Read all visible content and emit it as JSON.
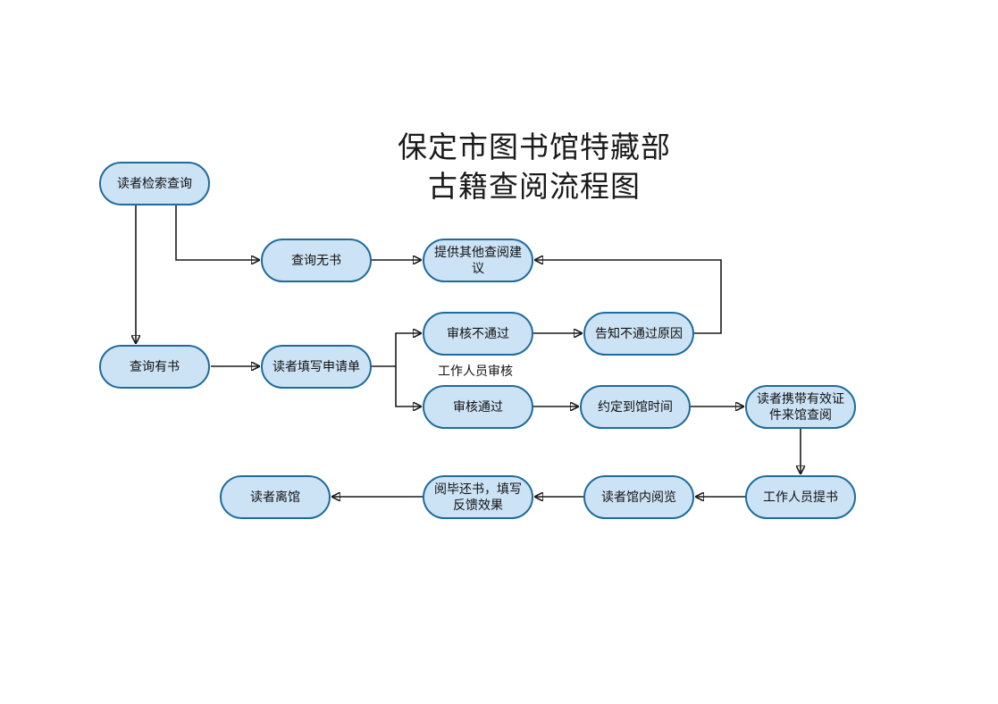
{
  "title": {
    "line1": "保定市图书馆特藏部",
    "line2": "古籍查阅流程图"
  },
  "colors": {
    "node_fill": "#cce3f6",
    "node_border": "#1f6b9a",
    "edge": "#1a1a1a"
  },
  "nodes": {
    "reader_search": "读者检索查询",
    "no_book": "查询无书",
    "other_suggestion": "提供其他查阅建议",
    "has_book": "查询有书",
    "fill_application": "读者填写申请单",
    "review_fail": "审核不通过",
    "notify_reason": "告知不通过原因",
    "review_pass": "审核通过",
    "schedule_time": "约定到馆时间",
    "bring_id": "读者携带有效证件来馆查阅",
    "staff_fetch": "工作人员提书",
    "in_library_read": "读者馆内阅览",
    "return_feedback": "阅毕还书，填写反馈效果",
    "reader_leave": "读者离馆"
  },
  "annotations": {
    "staff_review": "工作人员审核"
  }
}
